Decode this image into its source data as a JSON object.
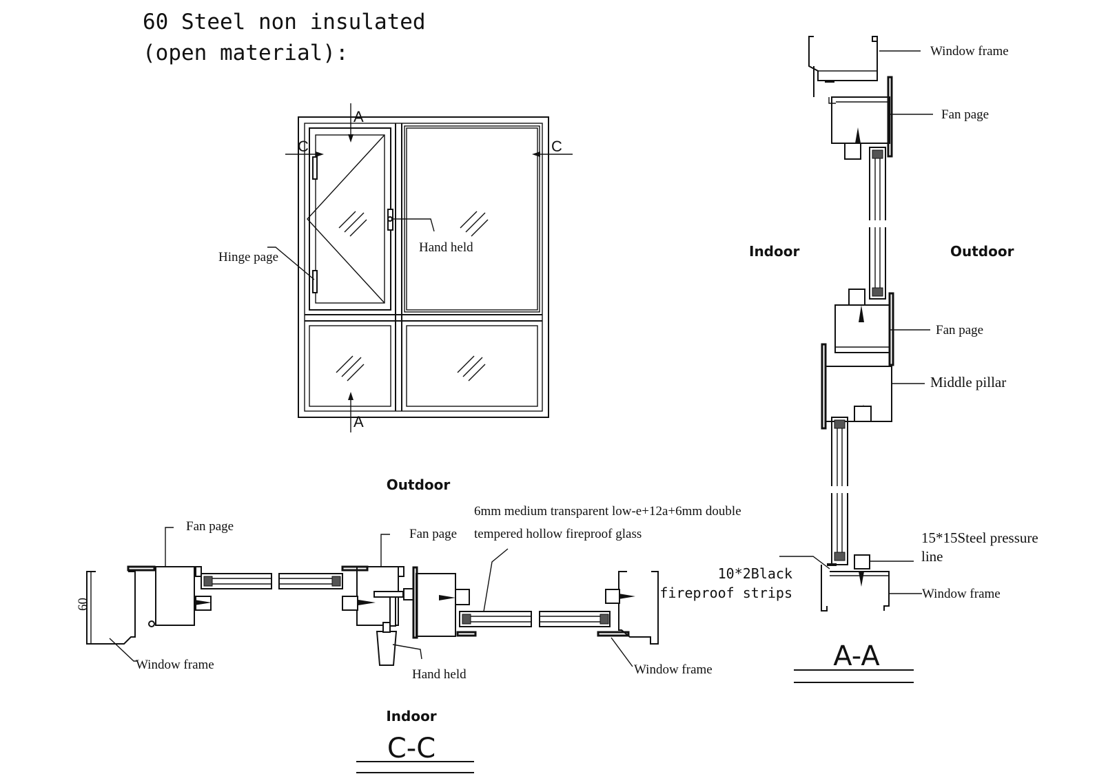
{
  "title": {
    "line1": "60 Steel non insulated",
    "line2": "(open material):"
  },
  "elevation": {
    "section_markers": {
      "a_top": "A",
      "a_bottom": "A",
      "c_left": "C",
      "c_right": "C"
    },
    "labels": {
      "hinge": "Hinge page",
      "handle": "Hand held"
    }
  },
  "section_aa": {
    "indoor": "Indoor",
    "outdoor": "Outdoor",
    "labels": {
      "window_frame_top": "Window frame",
      "fan_page_top": "Fan page",
      "fan_page_mid": "Fan page",
      "middle_pillar": "Middle pillar",
      "pressure_line_1": "15*15Steel pressure",
      "pressure_line_2": "line",
      "strips_1": "10*2Black",
      "strips_2": "fireproof strips",
      "window_frame_bottom": "Window frame"
    },
    "title": "A-A"
  },
  "section_cc": {
    "outdoor": "Outdoor",
    "indoor": "Indoor",
    "labels": {
      "fan_page_left": "Fan page",
      "fan_page_mid": "Fan page",
      "glass_1": "6mm medium transparent low-e+12a+6mm double",
      "glass_2": "tempered hollow fireproof glass",
      "dimension": "60",
      "window_frame_left": "Window frame",
      "handle": "Hand held",
      "window_frame_right": "Window frame"
    },
    "title": "C-C"
  }
}
